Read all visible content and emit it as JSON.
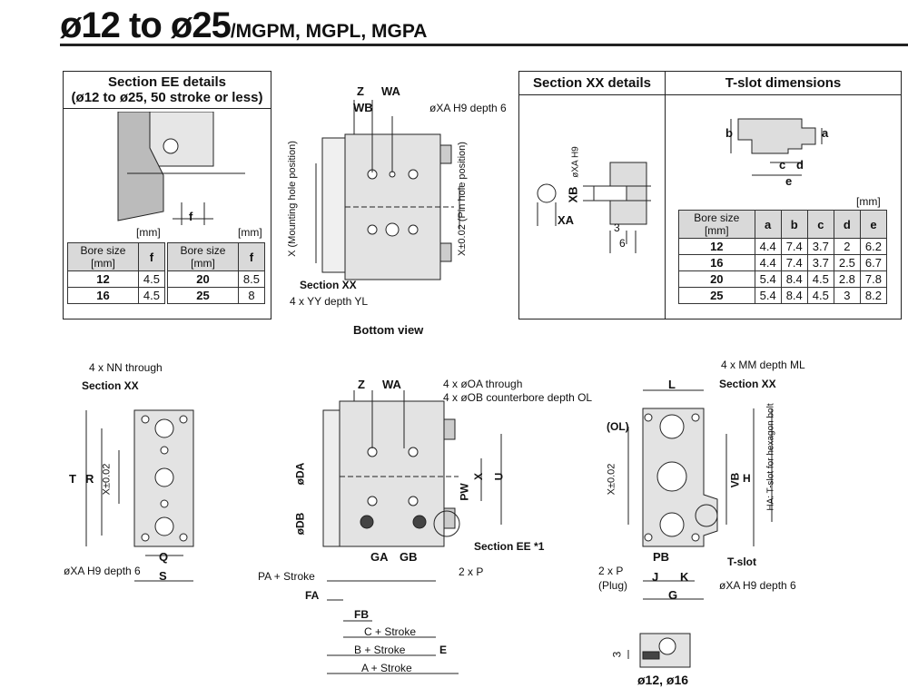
{
  "title": {
    "main": "ø12 to ø25",
    "sub": "/MGPM, MGPL, MGPA"
  },
  "section_ee": {
    "heading1": "Section EE details",
    "heading2": "(ø12 to ø25, 50 stroke or less)",
    "label_f": "f",
    "unit": "[mm]",
    "col_bore": "Bore size [mm]",
    "col_f": "f",
    "left_rows": [
      {
        "bore": "12",
        "f": "4.5"
      },
      {
        "bore": "16",
        "f": "4.5"
      }
    ],
    "right_rows": [
      {
        "bore": "20",
        "f": "8.5"
      },
      {
        "bore": "25",
        "f": "8"
      }
    ]
  },
  "bottom_view": {
    "caption": "Bottom view",
    "Z": "Z",
    "WA": "WA",
    "WB": "WB",
    "xa_depth": "øXA H9 depth 6",
    "x_mount": "X (Mounting hole position)",
    "x_pin": "X±0.02 (Pin hole position)",
    "section_xx": "Section XX",
    "yy_depth": "4 x YY depth YL"
  },
  "section_xx": {
    "heading": "Section XX details",
    "xa_h9": "øXA H9",
    "XB": "XB",
    "XA": "XA",
    "d3": "3",
    "d6": "6"
  },
  "tslot": {
    "heading": "T-slot dimensions",
    "labels": {
      "a": "a",
      "b": "b",
      "c": "c",
      "d": "d",
      "e": "e"
    },
    "unit": "[mm]",
    "columns": [
      "Bore size [mm]",
      "a",
      "b",
      "c",
      "d",
      "e"
    ],
    "rows": [
      [
        "12",
        "4.4",
        "7.4",
        "3.7",
        "2",
        "6.2"
      ],
      [
        "16",
        "4.4",
        "7.4",
        "3.7",
        "2.5",
        "6.7"
      ],
      [
        "20",
        "5.4",
        "8.4",
        "4.5",
        "2.8",
        "7.8"
      ],
      [
        "25",
        "5.4",
        "8.4",
        "4.5",
        "3",
        "8.2"
      ]
    ]
  },
  "left_view": {
    "nn": "4 x NN through",
    "section_xx": "Section XX",
    "T": "T",
    "R": "R",
    "X": "X±0.02",
    "Q": "Q",
    "S": "S",
    "xa": "øXA H9 depth 6"
  },
  "front_view": {
    "Z": "Z",
    "WA": "WA",
    "oa": "4 x øOA through",
    "ob": "4 x øOB counterbore depth OL",
    "DA": "øDA",
    "DB": "øDB",
    "PW": "PW",
    "X": "X",
    "U": "U",
    "section_ee": "Section EE *1",
    "GA": "GA",
    "GB": "GB",
    "P2": "2 x P",
    "PA": "PA + Stroke",
    "FA": "FA",
    "FB": "FB",
    "C": "C + Stroke",
    "B": "B + Stroke",
    "E": "E",
    "A": "A + Stroke"
  },
  "right_view": {
    "mm": "4 x MM depth ML",
    "L": "L",
    "section_xx": "Section XX",
    "OL": "(OL)",
    "X": "X±0.02",
    "VB": "VB",
    "H": "H",
    "HA": "HA: T-slot for hexagon bolt",
    "PB": "PB",
    "tslot": "T-slot",
    "P2": "2 x P",
    "plug": "(Plug)",
    "J": "J",
    "K": "K",
    "G": "G",
    "xa": "øXA H9 depth 6",
    "d3": "3",
    "caption": "ø12, ø16"
  }
}
